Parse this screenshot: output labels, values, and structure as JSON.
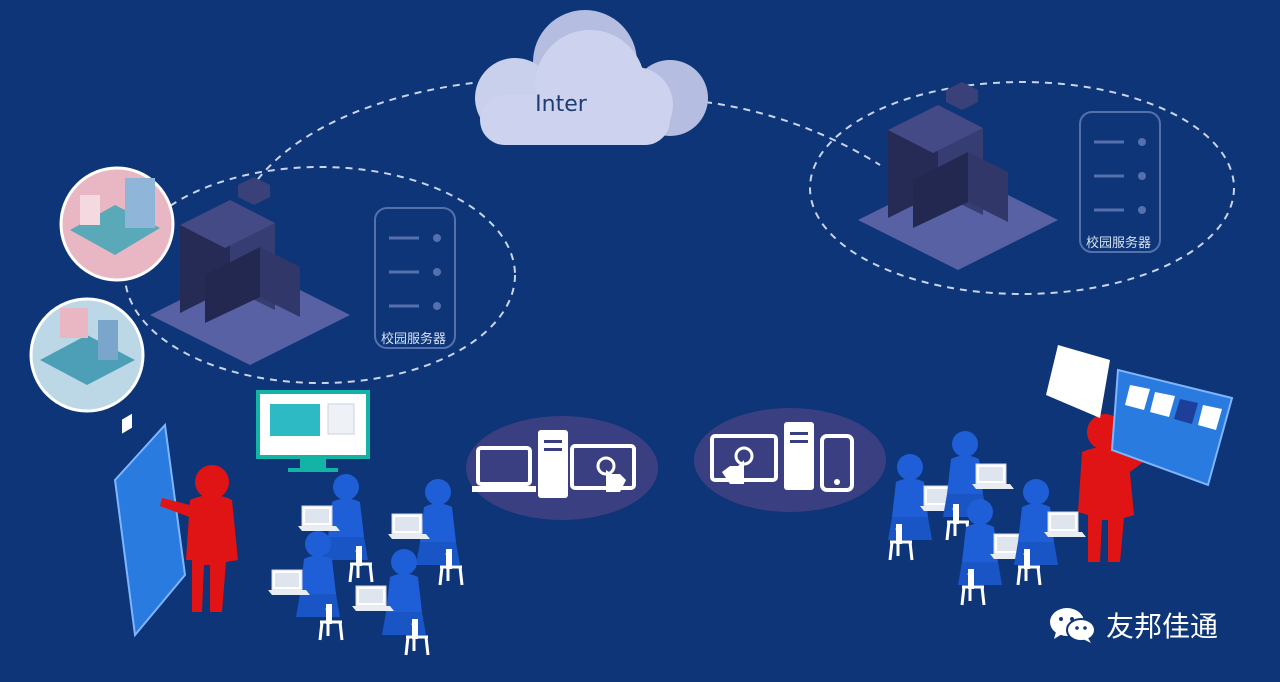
{
  "cloud": {
    "label": "Inter"
  },
  "servers": {
    "left_label": "校园服务器",
    "right_label": "校园服务器"
  },
  "brand": {
    "name": "友邦佳通",
    "icon": "wechat-icon"
  },
  "colors": {
    "background": "#0d3577",
    "student": "#1e5fd8",
    "teacher": "#e01414",
    "cloud": "#c4cbe6",
    "dashed_line": "#c9d4ee"
  }
}
